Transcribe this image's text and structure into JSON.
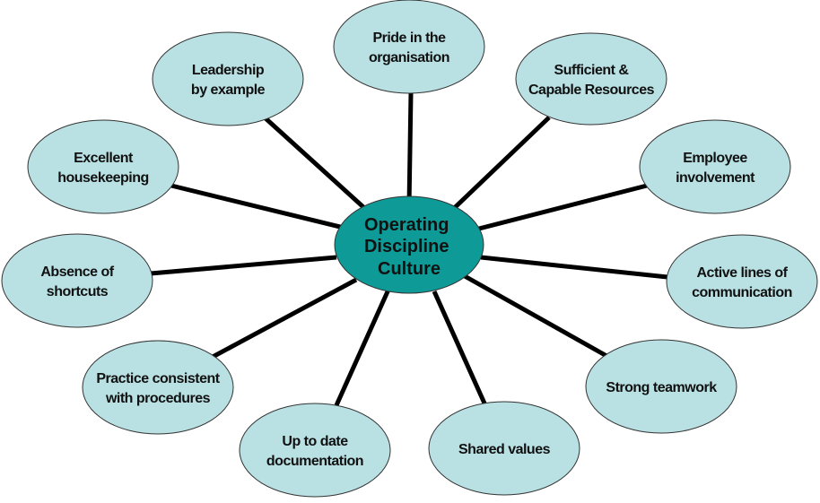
{
  "diagram": {
    "type": "hub-and-spoke",
    "colors": {
      "center_fill": "#0e9b97",
      "node_fill": "#b9e0e3",
      "spoke": "#000000",
      "text": "#111111"
    },
    "center": {
      "lines": [
        "Operating",
        "Discipline",
        "Culture"
      ]
    },
    "nodes": [
      {
        "id": "pride",
        "lines": [
          "Pride in the",
          "organisation"
        ]
      },
      {
        "id": "resources",
        "lines": [
          "Sufficient &",
          "Capable Resources"
        ]
      },
      {
        "id": "involvement",
        "lines": [
          "Employee",
          "involvement"
        ]
      },
      {
        "id": "communication",
        "lines": [
          "Active lines of",
          "communication"
        ]
      },
      {
        "id": "teamwork",
        "lines": [
          "Strong teamwork"
        ]
      },
      {
        "id": "shared-values",
        "lines": [
          "Shared values"
        ]
      },
      {
        "id": "documentation",
        "lines": [
          "Up to date",
          "documentation"
        ]
      },
      {
        "id": "procedures",
        "lines": [
          "Practice consistent",
          "with procedures"
        ]
      },
      {
        "id": "shortcuts",
        "lines": [
          "Absence of",
          "shortcuts"
        ]
      },
      {
        "id": "housekeeping",
        "lines": [
          "Excellent",
          "housekeeping"
        ]
      },
      {
        "id": "leadership",
        "lines": [
          "Leadership",
          "by example"
        ]
      }
    ]
  }
}
